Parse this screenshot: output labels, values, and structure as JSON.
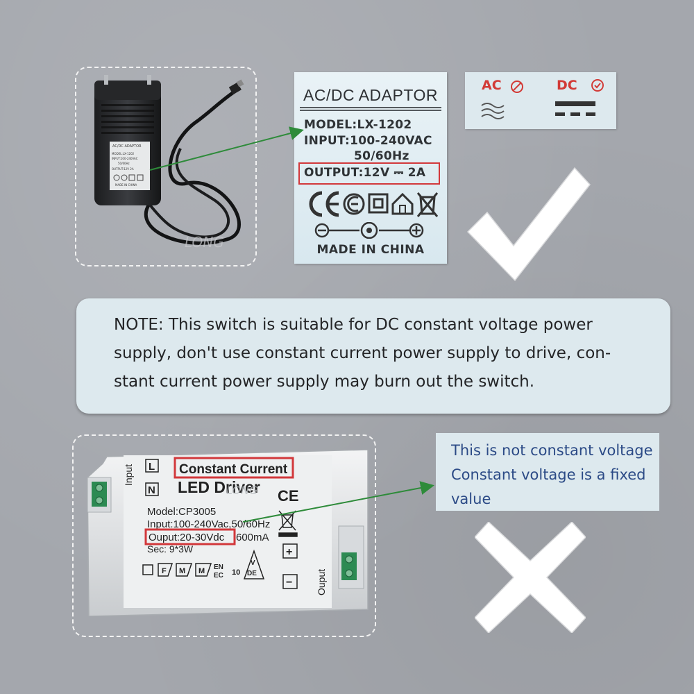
{
  "colors": {
    "background": "#a4a7ad",
    "panel": "#dde9ee",
    "arrow": "#2e8b3a",
    "highlight_box": "#d2383b",
    "callout_text": "#2b4a86",
    "ac_dc_label": "#d23a36"
  },
  "adapter_photo": {
    "watermark": "LONG",
    "sticker_lines": [
      "AC/DC ADAPTOR",
      "MODEL:LX-1202",
      "INPUT:100-240VAC",
      "50/60Hz",
      "OUTPUT:12V 2A",
      "MADE IN CHINA"
    ]
  },
  "adaptor_label": {
    "title": "AC/DC ADAPTOR",
    "model": "MODEL:LX-1202",
    "input": "INPUT:100-240VAC",
    "frequency": "50/60Hz",
    "output": "OUTPUT:12V ⎓ 2A",
    "made_in": "MADE IN CHINA",
    "icons": [
      "ce-mark-icon",
      "rohs-circle-icon",
      "double-insulation-icon",
      "indoor-use-icon",
      "weee-bin-icon",
      "polarity-icon"
    ]
  },
  "acdc_symbols": {
    "ac_label": "AC",
    "dc_label": "DC",
    "ac_status_icon": "prohibited-icon",
    "dc_status_icon": "check-circle-icon"
  },
  "note": {
    "lines": [
      "NOTE: This switch is suitable for DC constant voltage power",
      "supply, don't use constant current power supply to drive, con-",
      "stant current power supply may burn out the switch."
    ]
  },
  "driver_photo": {
    "watermark": "LONG",
    "input_label": "Input",
    "output_label": "Ouput",
    "terminal_l": "L",
    "terminal_n": "N",
    "heading_1": "Constant Current",
    "heading_2": "LED Driver",
    "model": "Model:CP3005",
    "input": "Input:100-240Vac,50/60Hz",
    "output": "Ouput:20-30Vdc",
    "current": "600mA",
    "sec": "Sec: 9*3W",
    "ce": "CE",
    "cert_f": "F",
    "cert_m1": "M",
    "cert_m2": "M",
    "cert_en_1": "EN",
    "cert_en_2": "EC",
    "cert_10": "10",
    "cert_v": "V",
    "cert_de": "DE",
    "plus": "+",
    "minus": "−"
  },
  "callout": {
    "lines": [
      "This is not constant voltage",
      "Constant voltage is a fixed",
      "value"
    ]
  }
}
